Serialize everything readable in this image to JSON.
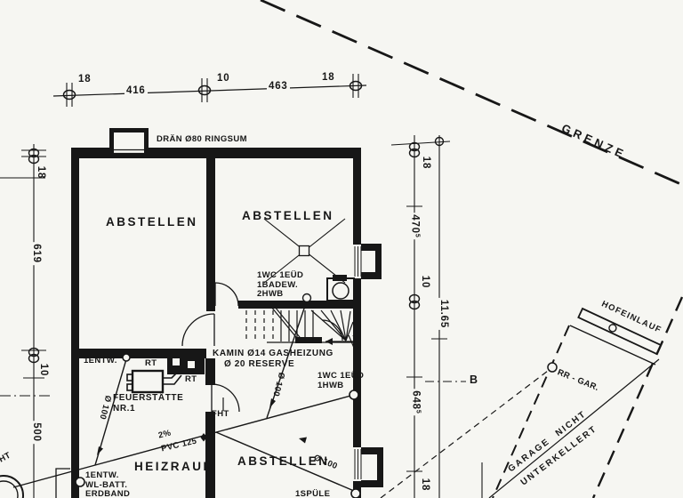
{
  "plan": {
    "kind": "basement floor plan (scanned blueprint)",
    "boundary_label": "GRENZE",
    "drain_note": "DRÄN Ø80 RINGSUM",
    "rooms": {
      "abstellen_1": "ABSTELLEN",
      "abstellen_2": "ABSTELLEN",
      "abstellen_3": "ABSTELLEN",
      "heizraum": "HEIZRAUM"
    },
    "annotations": {
      "wc_group_upper": {
        "l1": "1WC 1EÜD",
        "l2": "1BADEW.",
        "l3": "2HWB"
      },
      "kamin": {
        "l1": "KAMIN Ø14 GASHEIZUNG",
        "l2": "Ø 20 RESERVE"
      },
      "wc_group_lower": {
        "l1": "1WC 1EÜD",
        "l2": "1HWB"
      },
      "fht": "FHT",
      "spuele": "1SPÜLE",
      "entw_boiler": "1ENTW.",
      "rt_left": "RT",
      "rt_right": "RT",
      "feuerstaette": {
        "l1": "FEUERSTÄTTE",
        "l2": "NR.1"
      },
      "entw_wall": {
        "l1": "1ENTW.",
        "l2": "WL-BATT.",
        "l3": "ERDBAND"
      },
      "slope": "2%",
      "pipe_type": "PVC 125",
      "pipe_d100_a": "Ø 100",
      "pipe_d100_b": "Ø 100",
      "pipe_d100_c": "Ø 100",
      "ht_fragment": "HT",
      "hofeinlauf": "HOFEINLAUF",
      "rr_gar": "RR - GAR.",
      "garage_note": {
        "l1": "GARAGE NICHT",
        "l2": "UNTERKELLERT"
      },
      "section_b": "B"
    },
    "dimensions": {
      "top": [
        "18",
        "416",
        "10",
        "463",
        "18"
      ],
      "left": [
        "18",
        "619",
        "10",
        "500"
      ],
      "right": [
        {
          "main": "18",
          "sup": ""
        },
        {
          "main": "470",
          "sup": "5"
        },
        {
          "main": "10",
          "sup": ""
        },
        {
          "main": "11.65",
          "sup": ""
        },
        {
          "main": "648",
          "sup": "5"
        },
        {
          "main": "18",
          "sup": ""
        }
      ]
    },
    "colors": {
      "ink": "#171717",
      "paper": "#f6f6f2"
    }
  }
}
